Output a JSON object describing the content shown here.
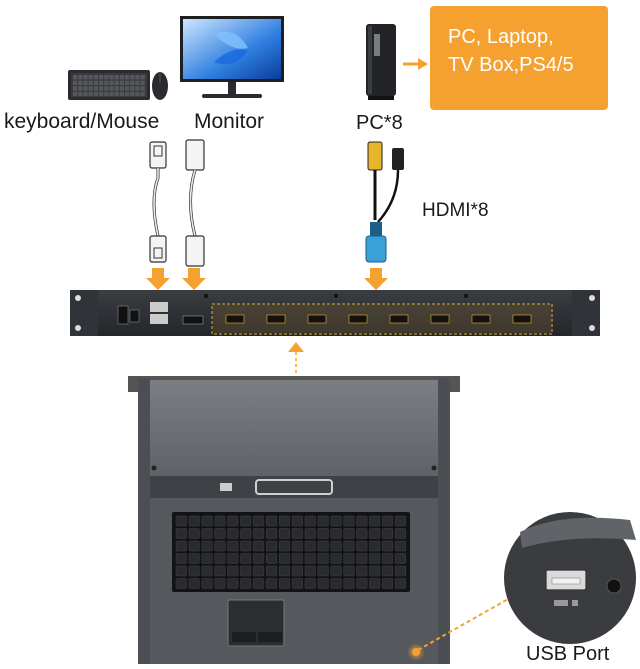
{
  "labels": {
    "keyboard_mouse": "keyboard/Mouse",
    "monitor": "Monitor",
    "pc": "PC*8",
    "hdmi": "HDMI*8",
    "usb_port": "USB Port"
  },
  "callout": {
    "line1": "PC, Laptop,",
    "line2": "TV Box,PS4/5"
  },
  "colors": {
    "accent_orange": "#f5a12f",
    "panel_dark": "#2c2f34",
    "rack_gray": "#6b6e73",
    "hdmi_blue": "#3aa0d8",
    "hdmi_yellow": "#e8b52a"
  },
  "kvm_ports": {
    "hdmi_inputs": 8
  }
}
